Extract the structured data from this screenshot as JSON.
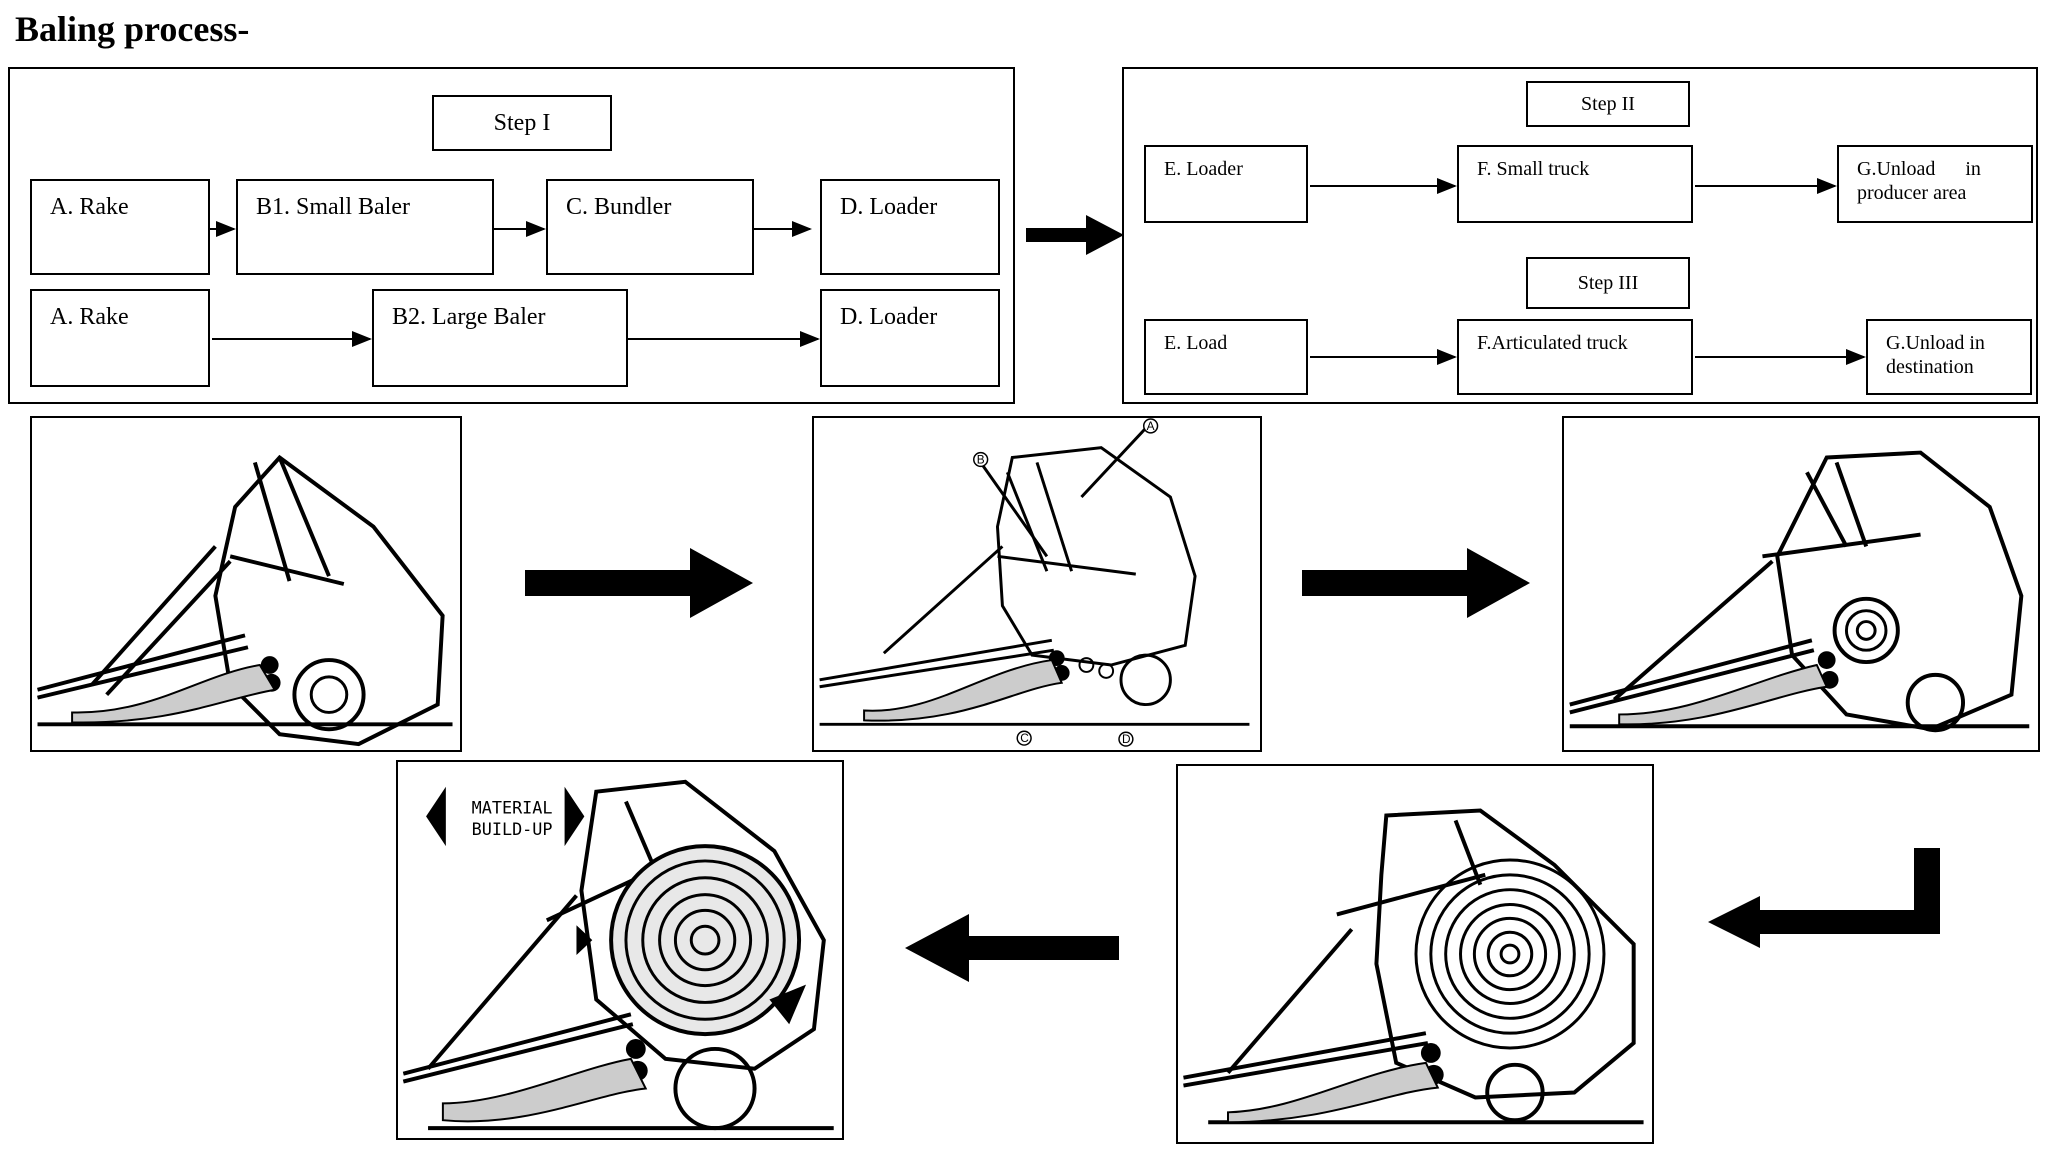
{
  "title": "Baling process-",
  "step1": {
    "label": "Step I",
    "row1": [
      "A. Rake",
      "B1. Small Baler",
      "C. Bundler",
      "D. Loader"
    ],
    "row2": [
      "A. Rake",
      "B2. Large Baler",
      "D. Loader"
    ]
  },
  "step2": {
    "label": "Step II",
    "boxes": [
      "E. Loader",
      "F. Small truck",
      "G.Unload      in",
      "producer area"
    ]
  },
  "step3": {
    "label": "Step III",
    "boxes": [
      "E. Load",
      "F.Articulated truck",
      "G.Unload in",
      "destination"
    ]
  },
  "callouts": [
    "A",
    "B",
    "C",
    "D"
  ],
  "material_label": [
    "MATERIAL",
    "BUILD-UP"
  ],
  "icons": {
    "arrow": "block-arrow-icon",
    "return_arrow": "return-arrow-icon"
  }
}
